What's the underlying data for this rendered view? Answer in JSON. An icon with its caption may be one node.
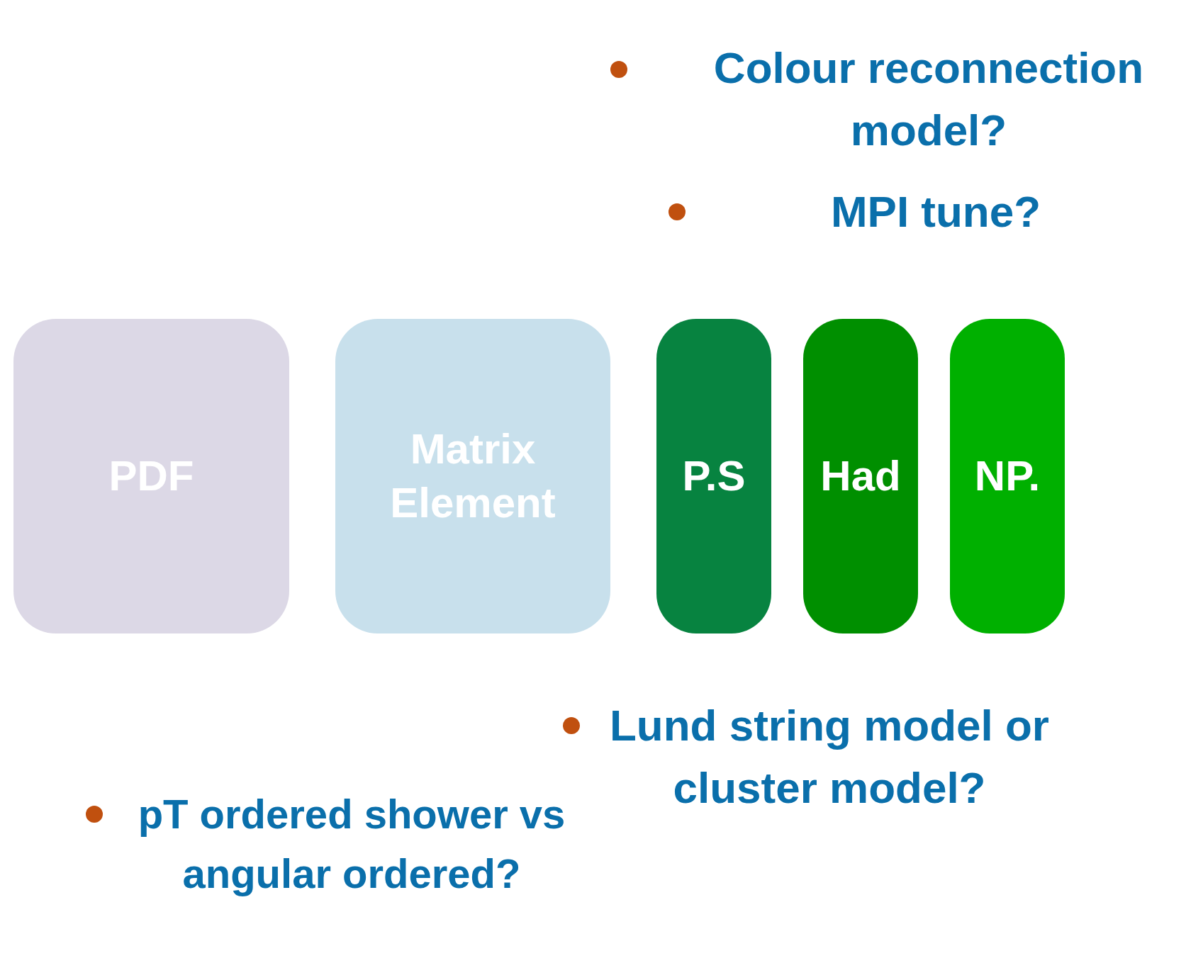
{
  "diagram": {
    "nodes": [
      {
        "text": [
          "PDF"
        ]
      },
      {
        "text": [
          "Matrix Element"
        ]
      },
      {
        "text": [
          "P.S"
        ]
      },
      {
        "text": [
          "Had"
        ]
      },
      {
        "text": [
          "NP."
        ]
      }
    ],
    "labels": [
      "Colour reconnection model?",
      "MPI tune?",
      "Lund string model or cluster model?",
      "pT ordered shower vs angular ordered?"
    ]
  }
}
